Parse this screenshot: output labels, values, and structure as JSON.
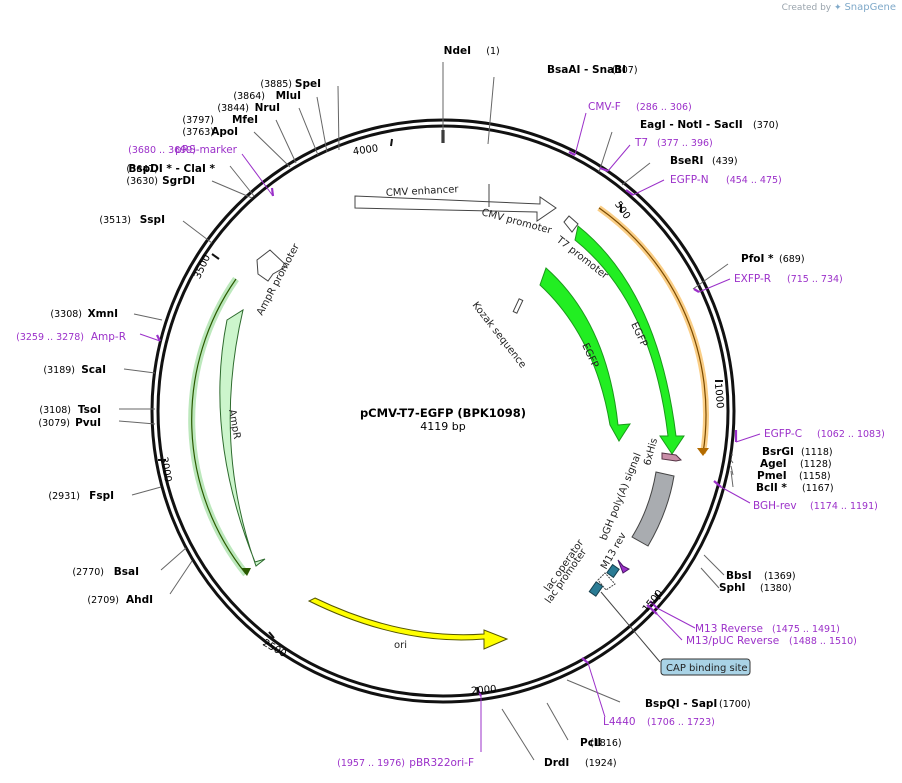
{
  "credit": {
    "prefix": "Created by",
    "brand": "SnapGene"
  },
  "map": {
    "name": "pCMV-T7-EGFP (BPK1098)",
    "length_label": "4119 bp",
    "ticks": [
      "500",
      "1000",
      "1500",
      "2000",
      "2500",
      "3000",
      "3500",
      "4000"
    ]
  },
  "sites": [
    {
      "name": "NdeI",
      "pos": "(1)"
    },
    {
      "name": "BsaAI  -  SnaBI",
      "pos": "(107)"
    },
    {
      "name": "EagI  -  NotI  -  SacII",
      "pos": "(370)"
    },
    {
      "name": "BseRI",
      "pos": "(439)"
    },
    {
      "name": "PfoI *",
      "pos": "(689)"
    },
    {
      "name": "BsrGI",
      "pos": "(1118)"
    },
    {
      "name": "AgeI",
      "pos": "(1128)"
    },
    {
      "name": "PmeI",
      "pos": "(1158)"
    },
    {
      "name": "BclI *",
      "pos": "(1167)"
    },
    {
      "name": "BbsI",
      "pos": "(1369)"
    },
    {
      "name": "SphI",
      "pos": "(1380)"
    },
    {
      "name": "BspQI  -  SapI",
      "pos": "(1700)"
    },
    {
      "name": "PciI",
      "pos": "(1816)"
    },
    {
      "name": "DrdI",
      "pos": "(1924)"
    },
    {
      "name": "AhdI",
      "pos": "(2709)"
    },
    {
      "name": "BsaI",
      "pos": "(2770)"
    },
    {
      "name": "FspI",
      "pos": "(2931)"
    },
    {
      "name": "PvuI",
      "pos": "(3079)"
    },
    {
      "name": "TsoI",
      "pos": "(3108)"
    },
    {
      "name": "ScaI",
      "pos": "(3189)"
    },
    {
      "name": "XmnI",
      "pos": "(3308)"
    },
    {
      "name": "SspI",
      "pos": "(3513)"
    },
    {
      "name": "SgrDI",
      "pos": "(3630)"
    },
    {
      "name": "BspDI *  -  ClaI *",
      "pos": "(3647)"
    },
    {
      "name": "ApoI",
      "pos": "(3763)"
    },
    {
      "name": "MfeI",
      "pos": "(3797)"
    },
    {
      "name": "NruI",
      "pos": "(3844)"
    },
    {
      "name": "MluI",
      "pos": "(3864)"
    },
    {
      "name": "SpeI",
      "pos": "(3885)"
    }
  ],
  "primers": [
    {
      "name": "CMV-F",
      "range": "(286 .. 306)"
    },
    {
      "name": "T7",
      "range": "(377 .. 396)"
    },
    {
      "name": "EGFP-N",
      "range": "(454 .. 475)"
    },
    {
      "name": "EXFP-R",
      "range": "(715 .. 734)"
    },
    {
      "name": "EGFP-C",
      "range": "(1062 .. 1083)"
    },
    {
      "name": "BGH-rev",
      "range": "(1174 .. 1191)"
    },
    {
      "name": "M13 Reverse",
      "range": "(1475 .. 1491)"
    },
    {
      "name": "M13/pUC Reverse",
      "range": "(1488 .. 1510)"
    },
    {
      "name": "L4440",
      "range": "(1706 .. 1723)"
    },
    {
      "name": "pBR322ori-F",
      "range": "(1957 .. 1976)"
    },
    {
      "name": "Amp-R",
      "range": "(3259 .. 3278)"
    },
    {
      "name": "pRS-marker",
      "range": "(3680 .. 3699)"
    }
  ],
  "features": {
    "cmv_enhancer": "CMV enhancer",
    "cmv_promoter": "CMV promoter",
    "t7_promoter": "T7 promoter",
    "kozak": "Kozak sequence",
    "egfp_inner": "EGFP",
    "egfp_outer": "EGFP",
    "his": "6xHis",
    "bgh": "bGH poly(A) signal",
    "m13rev": "M13 rev",
    "lac_operator": "lac operator",
    "lac_promoter": "lac promoter",
    "cap": "CAP binding site",
    "ori": "ori",
    "ampr": "AmpR",
    "ampr_promoter": "AmpR promoter"
  },
  "colors": {
    "primer": "#9b30c9",
    "egfp": "#22ee22",
    "ori": "#ffff00",
    "ampr": "#ccf5cc",
    "bgh": "#a9acb0",
    "orf": "#f5a623",
    "cap_bg": "#a9d3e6"
  }
}
